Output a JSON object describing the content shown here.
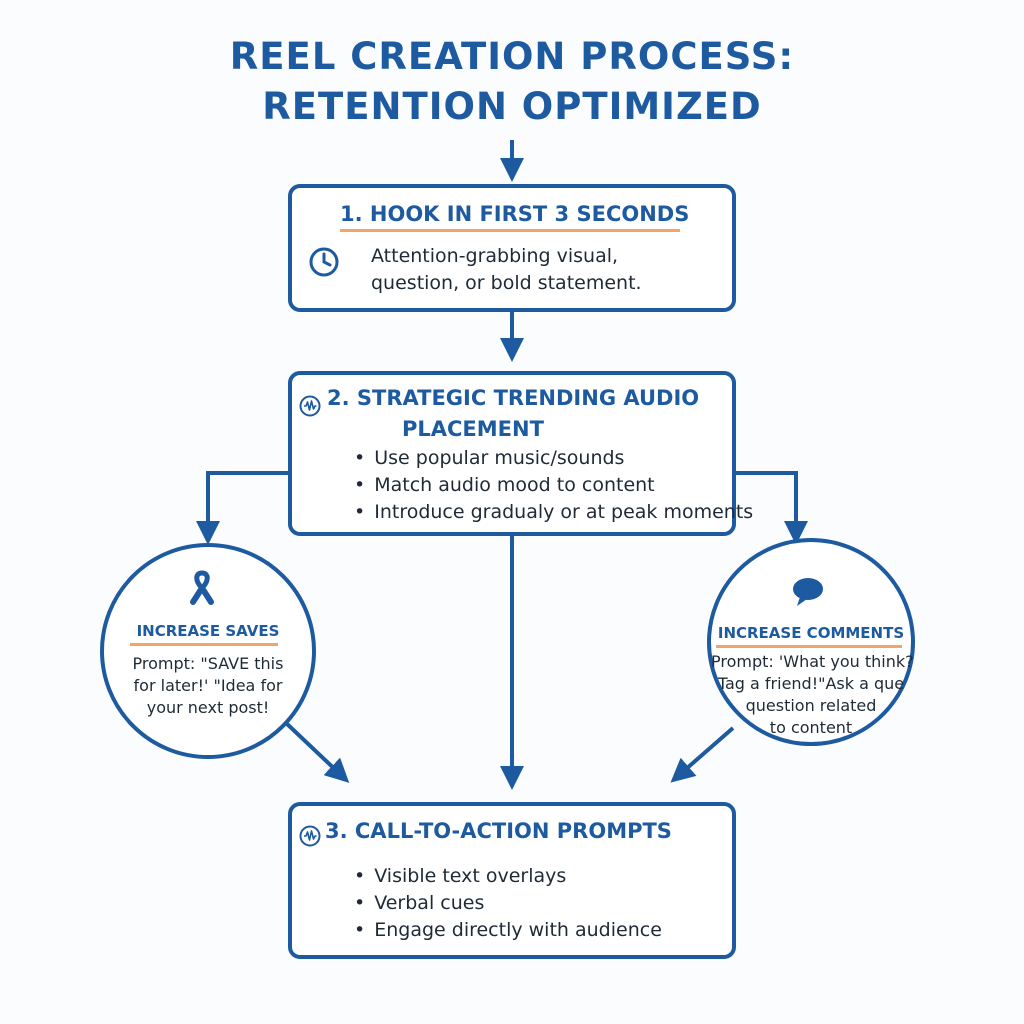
{
  "title": {
    "line1": "REEL CREATION PROCESS:",
    "line2": "RETENTION OPTIMIZED"
  },
  "step1": {
    "heading": "1. HOOK IN FIRST 3 SECONDS",
    "text_line1": "Attention-grabbing visual,",
    "text_line2": "question, or bold statement.",
    "icon": "clock-icon"
  },
  "step2": {
    "heading_line1": "2. STRATEGIC TRENDING AUDIO",
    "heading_line2": "PLACEMENT",
    "bullets": [
      "Use popular music/sounds",
      "Match audio mood to content",
      "Introduce gradualy or at peak moments"
    ],
    "icon": "audio-wave-icon"
  },
  "saves": {
    "heading": "INCREASE SAVES",
    "line1": "Prompt: \"SAVE this",
    "line2": "for later!' \"Idea for",
    "line3": "your next post!",
    "icon": "ribbon-icon"
  },
  "comments": {
    "heading": "INCREASE COMMENTS",
    "line1": "Prompt: 'What you think?",
    "line2": "Tag a friend!\"Ask a que",
    "line3": "question related",
    "line4": "to content",
    "icon": "speech-bubble-icon"
  },
  "step3": {
    "heading": "3. CALL-TO-ACTION PROMPTS",
    "bullets": [
      "Visible text overlays",
      "Verbal cues",
      "Engage directly with audience"
    ],
    "icon": "audio-wave-icon"
  },
  "colors": {
    "primary": "#1d5aa0",
    "accent": "#f2a567",
    "text": "#1f2a36"
  }
}
